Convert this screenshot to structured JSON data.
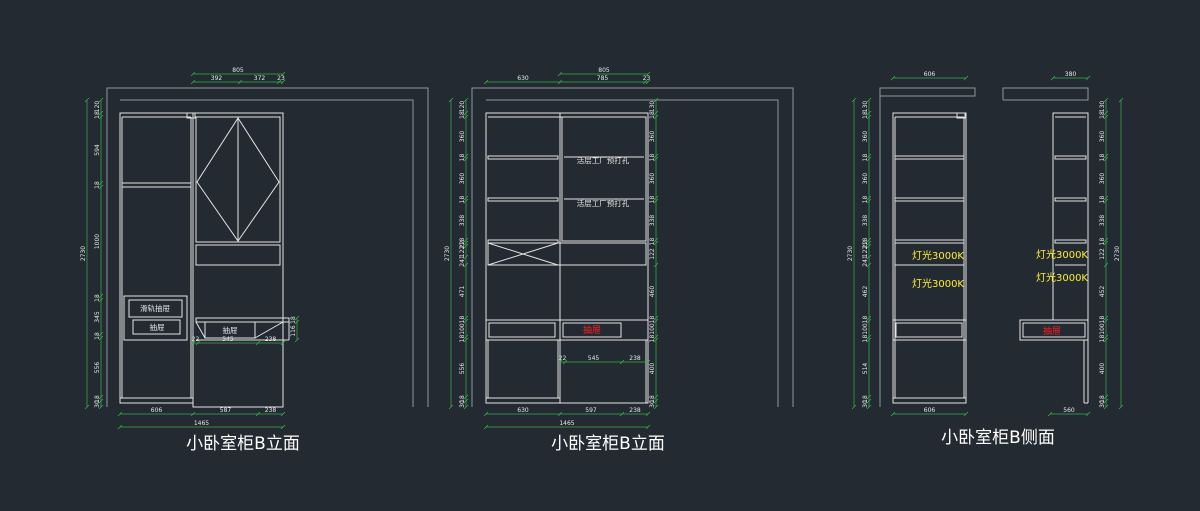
{
  "drawings": [
    {
      "title": "小卧室柜B立面",
      "height_dim": [
        "2730"
      ],
      "top_total": [
        "805"
      ],
      "top_parts": [
        "392",
        "372",
        "23"
      ],
      "left_dims": [
        "120",
        "18",
        "594",
        "18",
        "1000",
        "18",
        "345",
        "18",
        "556",
        "18",
        "30"
      ],
      "side_dims": [
        "18",
        "116"
      ],
      "desk_dims": [
        "22",
        "545",
        "238"
      ],
      "bottom_parts": [
        "606",
        "587",
        "238"
      ],
      "bottom_total": [
        "1465"
      ],
      "labels": {
        "drawer_rail": "滑轨抽屉",
        "drawer_1": "抽屉",
        "drawer_2": "抽屉"
      }
    },
    {
      "title": "小卧室柜B立面",
      "height_dim": [
        "2730"
      ],
      "top_total": [
        "805"
      ],
      "top_parts": [
        "630",
        "785",
        "23"
      ],
      "left_dims": [
        "120",
        "18",
        "360",
        "18",
        "360",
        "18",
        "338",
        "18",
        "22",
        "122",
        "241",
        "471",
        "18",
        "100",
        "18",
        "556",
        "18",
        "30"
      ],
      "right_dims": [
        "130",
        "18",
        "360",
        "18",
        "360",
        "18",
        "338",
        "18",
        "122",
        "460",
        "18",
        "100",
        "18",
        "400",
        "18",
        "30"
      ],
      "desk_dims": [
        "22",
        "545",
        "238"
      ],
      "bottom_parts": [
        "630",
        "597",
        "238"
      ],
      "bottom_total": [
        "1465"
      ],
      "labels": {
        "shelf_note_1": "活层工厂预打孔",
        "shelf_note_2": "活层工厂预打孔",
        "drawer": "抽屉"
      }
    },
    {
      "title": "小卧室柜B侧面",
      "height_left": [
        "2730"
      ],
      "height_right": [
        "2730"
      ],
      "top_left": [
        "606"
      ],
      "top_right": [
        "380"
      ],
      "left_dims": [
        "130",
        "18",
        "360",
        "18",
        "360",
        "18",
        "338",
        "18",
        "22",
        "122",
        "241",
        "462",
        "18",
        "100",
        "18",
        "514",
        "18",
        "30"
      ],
      "right_dims": [
        "130",
        "18",
        "360",
        "18",
        "360",
        "18",
        "338",
        "18",
        "122",
        "452",
        "18",
        "100",
        "18",
        "400",
        "18",
        "30"
      ],
      "bottom_left": [
        "606"
      ],
      "bottom_right": [
        "560"
      ],
      "labels": {
        "light_1": "灯光3000K",
        "light_2": "灯光3000K",
        "light_3": "灯光3000K",
        "light_4": "灯光3000K",
        "drawer": "抽屉"
      }
    }
  ],
  "colors": {
    "background": "#232a31",
    "line": "#e4e4e4",
    "wall": "#8f959c",
    "dimension": "#35b34a",
    "note_yellow": "#ffee33",
    "note_red": "#ff2020"
  }
}
